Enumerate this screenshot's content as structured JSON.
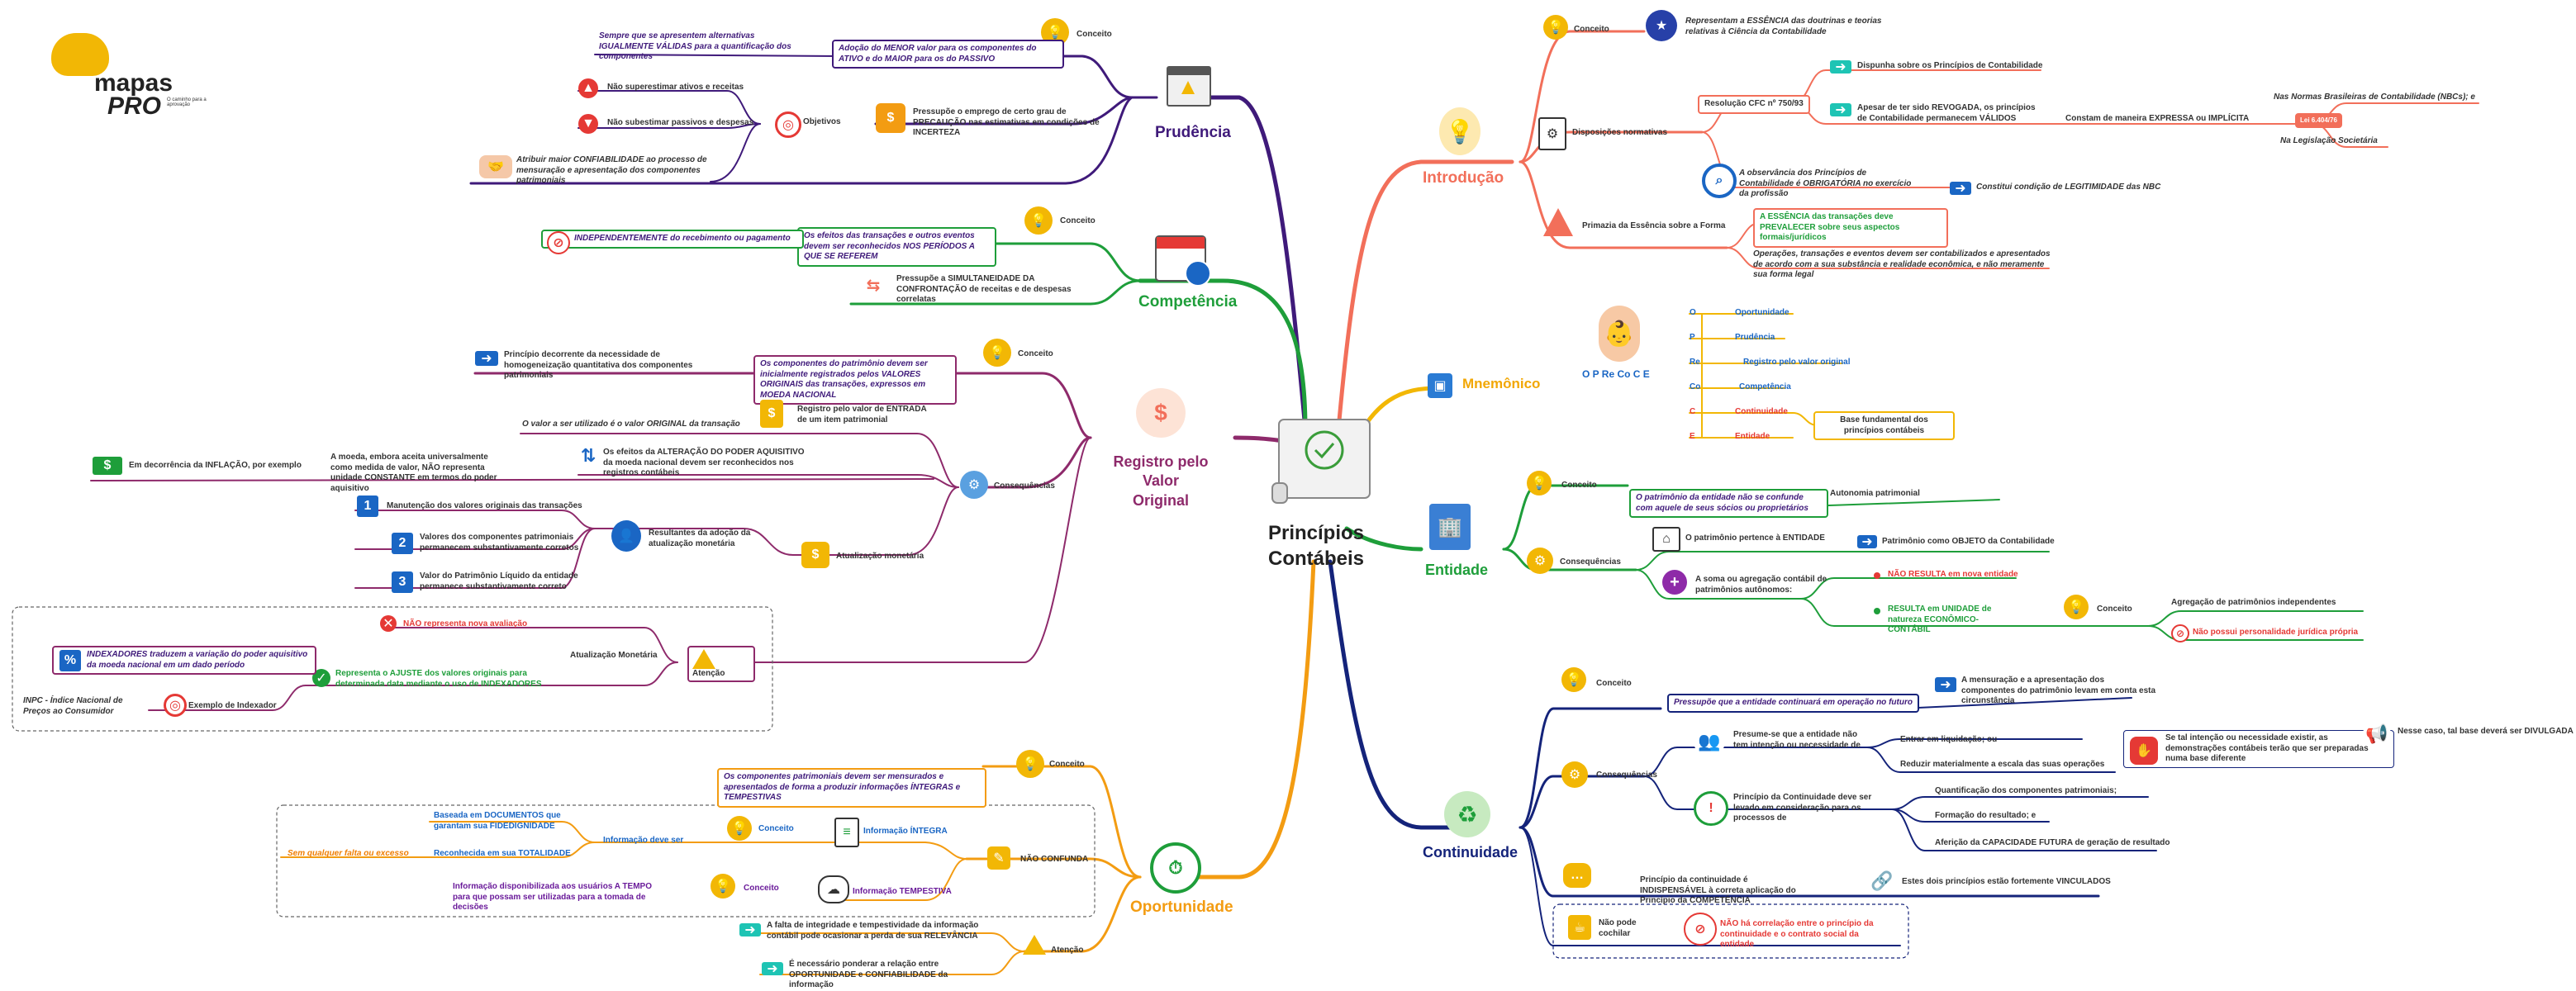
{
  "logo": {
    "name": "mapas",
    "sub": "PRO",
    "tag": "O caminho para a aprovação"
  },
  "center": {
    "line1": "Princípios",
    "line2": "Contábeis"
  },
  "prudencia": {
    "title": "Prudência",
    "conceito": "Conceito",
    "conceito_box": "Adoção do MENOR valor para os componentes do ATIVO e do MAIOR para os do PASSIVO",
    "conceito_note": "Sempre que se apresentem alternativas IGUALMENTE VÁLIDAS para a quantificação dos componentes",
    "pressupoe": "Pressupõe o emprego de certo grau de PRECAUÇÃO nas estimativas em condições de INCERTEZA",
    "objetivos": "Objetivos",
    "obj1": "Não superestimar ativos e receitas",
    "obj2": "Não subestimar passivos e despesas",
    "obj3": "Atribuir maior CONFIABILIDADE ao processo de mensuração e apresentação dos componentes patrimoniais"
  },
  "competencia": {
    "title": "Competência",
    "conceito": "Conceito",
    "conceito_box": "Os efeitos das transações e outros eventos devem ser reconhecidos NOS PERÍODOS A QUE SE REFEREM",
    "indep": "INDEPENDENTEMENTE do recebimento ou pagamento",
    "pressupoe": "Pressupõe a SIMULTANEIDADE DA CONFRONTAÇÃO de receitas e de despesas correlatas"
  },
  "registro": {
    "title1": "Registro pelo Valor",
    "title2": "Original",
    "conceito": "Conceito",
    "conceito_box": "Os componentes do patrimônio devem ser inicialmente registrados pelos VALORES ORIGINAIS das transações, expressos em MOEDA NACIONAL",
    "principio": "Princípio decorrente da necessidade de homogeneização quantitativa dos componentes patrimoniais",
    "consequencias": "Consequências",
    "valor_original": "O valor a ser utilizado é o valor ORIGINAL da transação",
    "entrada": "Registro pelo valor de ENTRADA de um item patrimonial",
    "alteracao": "Os efeitos da ALTERAÇÃO DO PODER AQUISITIVO da moeda nacional devem ser reconhecidos nos registros contábeis",
    "moeda": "A moeda, embora aceita universalmente como medida de valor, NÃO representa unidade CONSTANTE em termos do poder aquisitivo",
    "inflacao": "Em decorrência da INFLAÇÃO, por exemplo",
    "atualizacao": "Atualização monetária",
    "resultantes": "Resultantes da adoção da atualização monetária",
    "r1": "Manutenção dos valores originais das transações",
    "r2": "Valores dos componentes patrimoniais permanecem substantivamente corretos",
    "r3": "Valor do Patrimônio Líquido da entidade permanece substantivamente correto",
    "n1": "1",
    "n2": "2",
    "n3": "3",
    "atencao": "Atenção",
    "atual_monet": "Atualização Monetária",
    "nao_repr": "NÃO representa nova avaliação",
    "representa": "Representa o AJUSTE dos valores originais para determinada data mediante o uso de INDEXADORES",
    "indexadores": "INDEXADORES traduzem a variação do poder aquisitivo da moeda nacional em um dado período",
    "exemplo": "Exemplo de Indexador",
    "inpc": "INPC - Índice Nacional de Preços ao Consumidor"
  },
  "oportunidade": {
    "title": "Oportunidade",
    "conceito": "Conceito",
    "conceito_box": "Os componentes patrimoniais devem ser mensurados e apresentados de forma a produzir informações ÍNTEGRAS e TEMPESTIVAS",
    "nao_confunda": "NÃO CONFUNDA",
    "info_deve": "Informação deve ser",
    "baseada": "Baseada em DOCUMENTOS que garantam sua FIDEDIGNIDADE",
    "reconhecida": "Reconhecida em sua TOTALIDADE",
    "sem_falta": "Sem qualquer falta ou excesso",
    "conceito2": "Conceito",
    "integra": "Informação ÍNTEGRA",
    "disponibilizada": "Informação disponibilizada aos usuários A TEMPO para que possam ser utilizadas para a tomada de decisões",
    "conceito3": "Conceito",
    "tempestiva": "Informação TEMPESTIVA",
    "atencao": "Atenção",
    "a1": "A falta de integridade e tempestividade da informação contábil pode ocasionar a perda de sua RELEVÂNCIA",
    "a2": "É necessário ponderar a relação entre OPORTUNIDADE e CONFIABILIDADE da informação"
  },
  "introducao": {
    "title": "Introdução",
    "conceito": "Conceito",
    "conceito_text": "Representam a ESSÊNCIA das doutrinas e teorias relativas à Ciência da Contabilidade",
    "disposicoes": "Disposições normativas",
    "resolucao": "Resolução CFC nº 750/93",
    "dispunha": "Dispunha sobre os Princípios de Contabilidade",
    "apesar": "Apesar de ter sido REVOGADA, os princípios de Contabilidade permanecem VÁLIDOS",
    "constam": "Constam de maneira EXPRESSA ou IMPLÍCITA",
    "nbc": "Nas Normas Brasileiras de Contabilidade (NBCs); e",
    "lei": "Lei 6.404/76",
    "legislacao": "Na Legislação Societária",
    "observancia": "A observância dos Princípios de Contabilidade é OBRIGATÓRIA no exercício da profissão",
    "constitui": "Constitui condição de LEGITIMIDADE das NBC",
    "primazia": "Primazia da Essência sobre a Forma",
    "essencia_box": "A ESSÊNCIA das transações deve PREVALECER sobre seus aspectos formais/jurídicos",
    "operacoes": "Operações, transações e eventos devem ser contabilizados e apresentados de acordo com a sua substância e realidade econômica, e não meramente sua forma legal"
  },
  "mnemonico": {
    "title": "Mnemônico",
    "word": "O P Re Co C E",
    "letters": [
      "O",
      "P",
      "Re",
      "Co",
      "C",
      "E"
    ],
    "items": [
      "Oportunidade",
      "Prudência",
      "Registro pelo valor original",
      "Competência",
      "Continuidade",
      "Entidade"
    ],
    "base": "Base fundamental dos princípios contábeis"
  },
  "entidade": {
    "title": "Entidade",
    "conceito": "Conceito",
    "conceito_box": "O patrimônio da entidade não se confunde com aquele de seus sócios ou proprietários",
    "autonomia": "Autonomia patrimonial",
    "consequencias": "Consequências",
    "pertence": "O patrimônio pertence à ENTIDADE",
    "objeto": "Patrimônio como OBJETO da Contabilidade",
    "soma": "A soma ou agregação contábil de patrimônios autônomos:",
    "nao_resulta": "NÃO RESULTA em nova entidade",
    "resulta": "RESULTA em UNIDADE de natureza ECONÔMICO-CONTÁBIL",
    "conceito2": "Conceito",
    "agregacao": "Agregação de patrimônios independentes",
    "nao_possui": "Não possui personalidade jurídica própria"
  },
  "continuidade": {
    "title": "Continuidade",
    "conceito": "Conceito",
    "conceito_box": "Pressupõe que a entidade continuará em operação no futuro",
    "mensuracao": "A mensuração e a apresentação dos componentes do patrimônio levam em conta esta circunstância",
    "consequencias": "Consequências",
    "presume": "Presume-se que a entidade não tem intenção ou necessidade de",
    "entrar": "Entrar em liquidação; ou",
    "reduzir": "Reduzir materialmente a escala das suas operações",
    "se_tal": "Se tal intenção ou necessidade existir, as demonstrações contábeis terão que ser preparadas numa base diferente",
    "nesse": "Nesse caso, tal base deverá ser DIVULGADA",
    "principio": "Princípio da Continuidade deve ser levado em consideração para os processos de",
    "quantificacao": "Quantificação dos componentes patrimoniais;",
    "formacao": "Formação do resultado; e",
    "afericao": "Aferição da CAPACIDADE FUTURA de geração de resultado",
    "indispensavel": "Princípio da continuidade é INDISPENSÁVEL à correta aplicação do Princípio da COMPETÊNCIA",
    "vinculados": "Estes dois princípios estão fortemente VINCULADOS",
    "nao_pode": "Não pode cochilar",
    "nao_ha": "NÃO há correlação entre o princípio da continuidade e o contrato social da entidade"
  }
}
